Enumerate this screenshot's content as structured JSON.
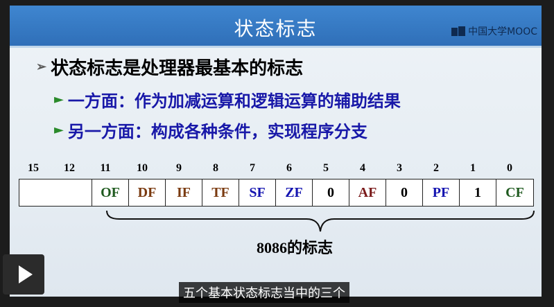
{
  "slide": {
    "title": "状态标志",
    "logo_text": "中国大学MOOC",
    "bullet_main": "状态标志是处理器最基本的标志",
    "sub_bullets": [
      "一方面：作为加减运算和逻辑运算的辅助结果",
      "另一方面：构成各种条件，实现程序分支"
    ],
    "bit_numbers": [
      "15",
      "12",
      "11",
      "10",
      "9",
      "8",
      "7",
      "6",
      "5",
      "4",
      "3",
      "2",
      "1",
      "0"
    ],
    "register_cells": [
      {
        "label": "",
        "color": "#000000"
      },
      {
        "label": "OF",
        "color": "#1f5a1f"
      },
      {
        "label": "DF",
        "color": "#7a3a10"
      },
      {
        "label": "IF",
        "color": "#7a3a10"
      },
      {
        "label": "TF",
        "color": "#7a3a10"
      },
      {
        "label": "SF",
        "color": "#1414b0"
      },
      {
        "label": "ZF",
        "color": "#1414b0"
      },
      {
        "label": "0",
        "color": "#000000"
      },
      {
        "label": "AF",
        "color": "#7a1a1a"
      },
      {
        "label": "0",
        "color": "#000000"
      },
      {
        "label": "PF",
        "color": "#1414b0"
      },
      {
        "label": "1",
        "color": "#000000"
      },
      {
        "label": "CF",
        "color": "#1f5a1f"
      }
    ],
    "caption": "8086的标志"
  },
  "player": {
    "subtitle": "五个基本状态标志当中的三个",
    "play_icon": "play-icon"
  }
}
